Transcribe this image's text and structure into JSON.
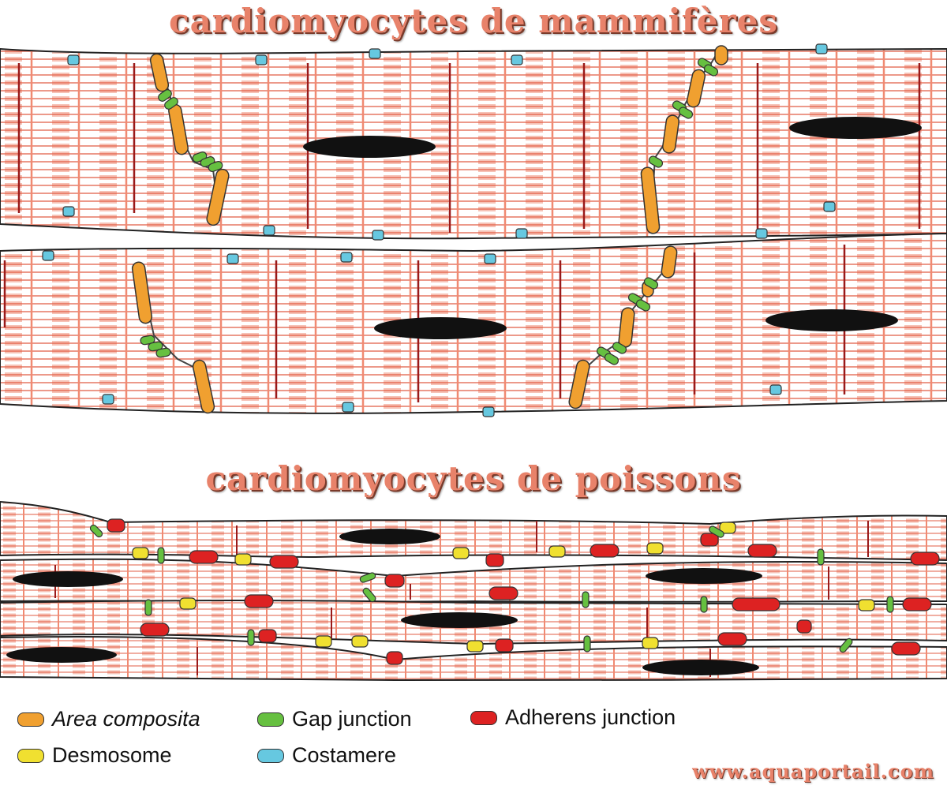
{
  "titles": {
    "mammal": "cardiomyocytes de mammifères",
    "fish": "cardiomyocytes de poissons"
  },
  "legend": [
    {
      "label": "Area composita",
      "color": "#f0a030",
      "italic": true
    },
    {
      "label": "Gap junction",
      "color": "#66c040",
      "italic": false
    },
    {
      "label": "Adherens junction",
      "color": "#dd2222",
      "italic": false
    },
    {
      "label": "Desmosome",
      "color": "#f0e030",
      "italic": false
    },
    {
      "label": "Costamere",
      "color": "#66c8e0",
      "italic": false
    }
  ],
  "website": "www.aquaportail.com",
  "colors": {
    "myofibril": "#e8624a",
    "sarcomere_band": "#f2a494",
    "z_line": "#9a1a1a",
    "nucleus": "#111111",
    "membrane": "#222222"
  }
}
